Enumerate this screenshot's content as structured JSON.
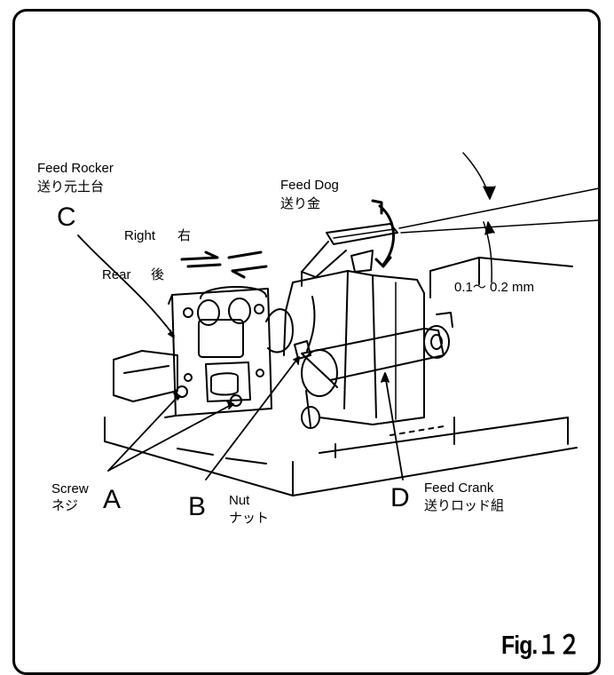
{
  "labels": {
    "feed_rocker_en": "Feed Rocker",
    "feed_rocker_jp": "送り元土台",
    "letter_c": "C",
    "right_en": "Right",
    "right_jp": "右",
    "rear_en": "Rear",
    "rear_jp": "後",
    "feed_dog_en": "Feed Dog",
    "feed_dog_jp": "送り金",
    "clearance": "0.1～ 0.2 mm",
    "screw_en": "Screw",
    "screw_jp": "ネジ",
    "letter_a": "A",
    "letter_b": "B",
    "nut_en": "Nut",
    "nut_jp": "ナット",
    "letter_d": "D",
    "feed_crank_en": "Feed Crank",
    "feed_crank_jp": "送りロッド組"
  },
  "figure_label": "Fig.１２",
  "colors": {
    "ink": "#000000",
    "paper": "#ffffff"
  }
}
